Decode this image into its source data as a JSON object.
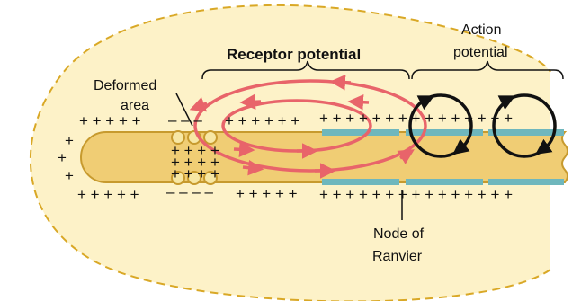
{
  "labels": {
    "receptor_potential": "Receptor potential",
    "action_potential_line1": "Action",
    "action_potential_line2": "potential",
    "deformed_area_line1": "Deformed",
    "deformed_area_line2": "area",
    "node_line1": "Node of",
    "node_line2": "Ranvier"
  },
  "charges": {
    "top_left": "+ + + + +",
    "top_deformed": "– – –",
    "top_middle": "+ + + + + +",
    "top_node_region": "+ + + + + + + + + + + + + + +",
    "bottom_left": "+ + + + +",
    "bottom_deformed": "– – – –",
    "bottom_middle": "+ + + + +",
    "bottom_node_region": "+ + + + + + + + + + + + + + +",
    "left_edge_1": "+",
    "left_edge_2": "+",
    "left_edge_3": "+",
    "inside_row_1": "+ + + +",
    "inside_row_2": "+ + + +",
    "inside_row_3": "+ + + +"
  },
  "colors": {
    "capsule_fill": "#fdf2c8",
    "capsule_stroke": "#d9a826",
    "axon_fill": "#f0cd74",
    "axon_stroke": "#c79a2e",
    "myelin": "#6fb7bd",
    "receptor_current": "#e8646a",
    "action_current": "#111111",
    "deformation_ring": "#f7e7a4"
  }
}
